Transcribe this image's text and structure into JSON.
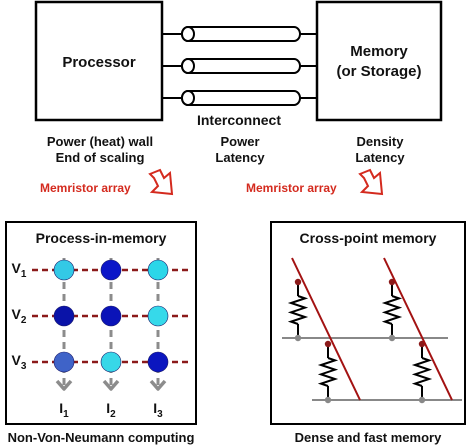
{
  "top": {
    "processor": "Processor",
    "memory_line1": "Memory",
    "memory_line2": "(or Storage)",
    "interconnect": "Interconnect",
    "processor_note1": "Power (heat) wall",
    "processor_note2": "End of scaling",
    "interconnect_note1": "Power",
    "interconnect_note2": "Latency",
    "memory_note1": "Density",
    "memory_note2": "Latency"
  },
  "arrows": {
    "left_label": "Memristor array",
    "right_label": "Memristor array",
    "color": "#d42a1e"
  },
  "pim": {
    "title": "Process-in-memory",
    "row_labels": [
      "V",
      "V",
      "V"
    ],
    "row_subs": [
      "1",
      "2",
      "3"
    ],
    "col_labels": [
      "I",
      "I",
      "I"
    ],
    "col_subs": [
      "1",
      "2",
      "3"
    ],
    "caption": "Non-Von-Neumann computing",
    "node_colors": [
      [
        "#33c9e6",
        "#0b16c8",
        "#2bd6e9"
      ],
      [
        "#0a13a8",
        "#0a13b8",
        "#36d9ea"
      ],
      [
        "#3f63c8",
        "#37d7e8",
        "#0b16bf"
      ]
    ],
    "row_line_color": "#8b1a1a",
    "col_line_color": "#8c8c8c"
  },
  "crosspoint": {
    "title": "Cross-point memory",
    "caption": "Dense and fast memory",
    "wire_color": "#a31212",
    "rail_color": "#888888"
  }
}
